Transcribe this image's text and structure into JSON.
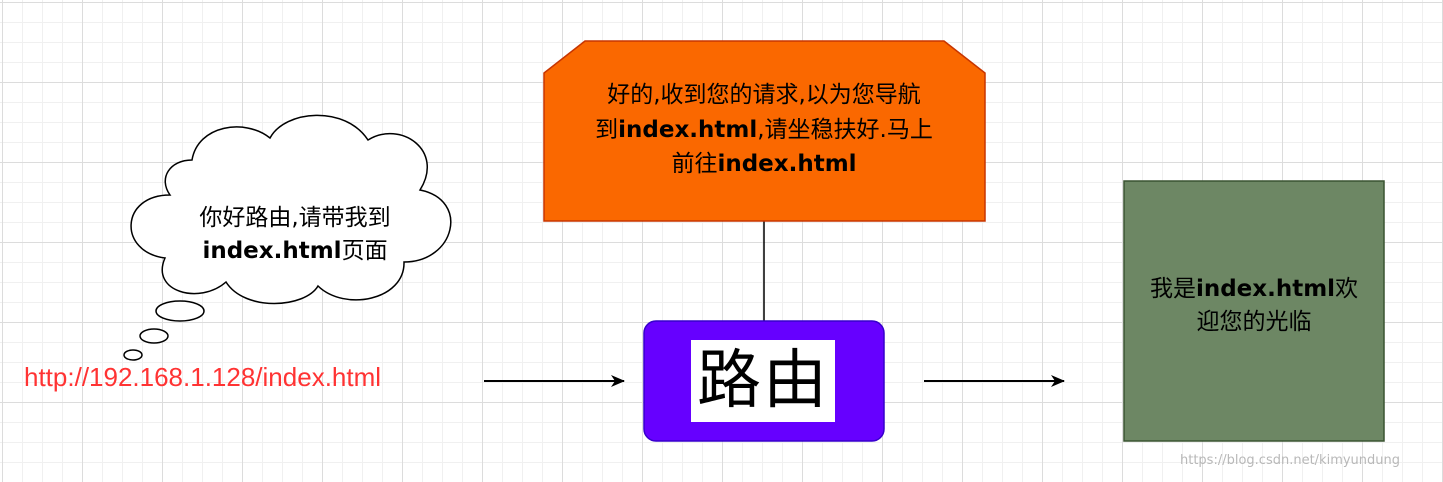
{
  "request_bubble": {
    "line1": "你好路由,请带我到",
    "line2_bold": "index.html",
    "line2_rest": "页面"
  },
  "url": "http://192.168.1.128/index.html",
  "router": {
    "label": "路由"
  },
  "reply_box": {
    "line1": "好的,收到您的请求,以为您导航",
    "line2_prefix": "到",
    "line2_bold": "index.html",
    "line2_rest": ",请坐稳扶好.马上",
    "line3_prefix": "前往",
    "line3_bold": "index.html"
  },
  "destination": {
    "line1_prefix": "我是",
    "line1_bold": "index.html",
    "line1_rest": "欢",
    "line2": "迎您的光临"
  },
  "watermark": "https://blog.csdn.net/kimyundung",
  "colors": {
    "router_fill": "#6600ff",
    "reply_fill": "#fa6800",
    "destination_fill": "#6d8764",
    "url_text": "#ff3333"
  }
}
